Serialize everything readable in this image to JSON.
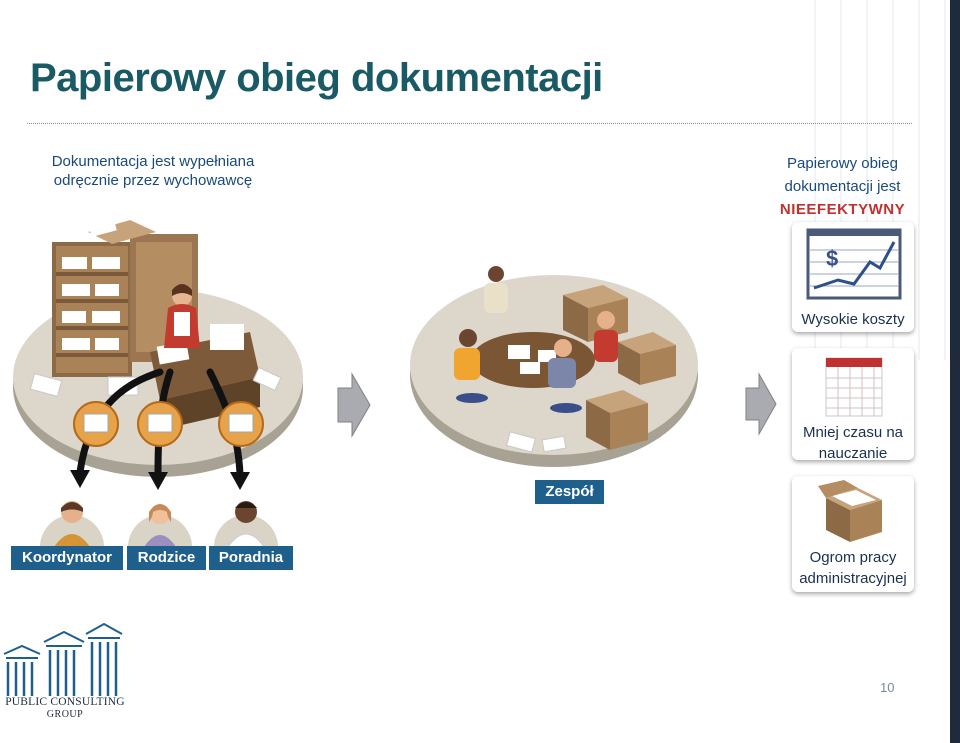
{
  "slide": {
    "title": "Papierowy obieg dokumentacji",
    "intro": [
      "Dokumentacja jest wypełniana",
      "odręcznie przez wychowawcę"
    ],
    "conclusion": {
      "line1": "Papierowy obieg",
      "line2": "dokumentacji jest",
      "highlight": "NIEEFEKTYWNY"
    },
    "roles": [
      "Koordynator",
      "Rodzice",
      "Poradnia"
    ],
    "team_label": "Zespół",
    "costs": [
      {
        "caption": "Wysokie koszty",
        "icon": "rising-cost-chart-icon"
      },
      {
        "caption": "Mniej czasu na nauczanie",
        "icon": "calendar-icon"
      },
      {
        "caption": "Ogrom pracy administracyjnej",
        "icon": "document-box-icon"
      }
    ],
    "cost_chart_symbol": "$",
    "logo": {
      "line1": "PUBLIC CONSULTING",
      "line2": "GROUP"
    },
    "page_number": "10"
  },
  "colors": {
    "title": "#1a5a64",
    "text": "#1a4a7a",
    "highlight": "#c0322f",
    "label_box": "#1f5f8b",
    "platform": "#d9d4c6"
  }
}
